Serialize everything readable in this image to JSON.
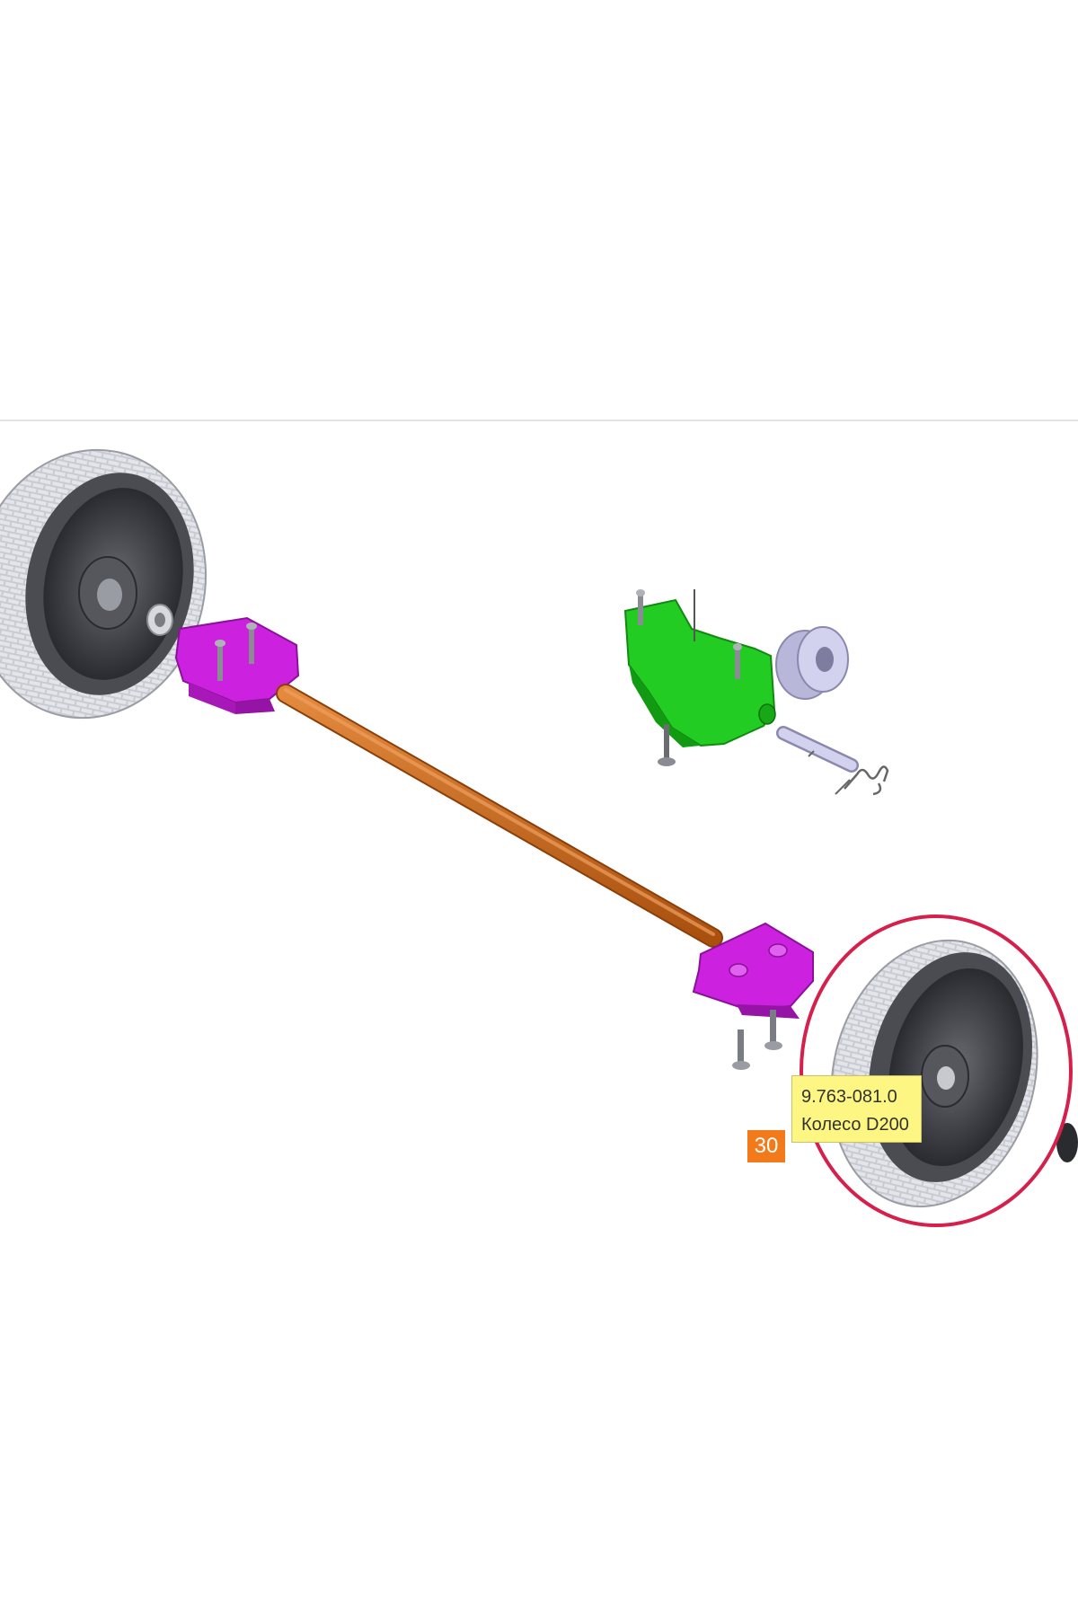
{
  "part_tooltip": {
    "part_number": "9.763-081.0",
    "part_name": "Колесо D200"
  },
  "position_badge": {
    "label": "30"
  },
  "colors": {
    "highlight_ring": "#d4204a",
    "axle": "#c8651c",
    "mount_bracket": "#cc22e0",
    "handle_bracket": "#22cc22",
    "wheel_tread": "#c9cbd2",
    "wheel_hub": "#3c3e44",
    "roller": "#c7c6e6",
    "tooltip_bg": "#fdf683",
    "badge_bg": "#f27a1a"
  },
  "icons": {
    "wheel": "wheel-icon",
    "screw": "screw-icon",
    "spring": "spring-icon"
  }
}
